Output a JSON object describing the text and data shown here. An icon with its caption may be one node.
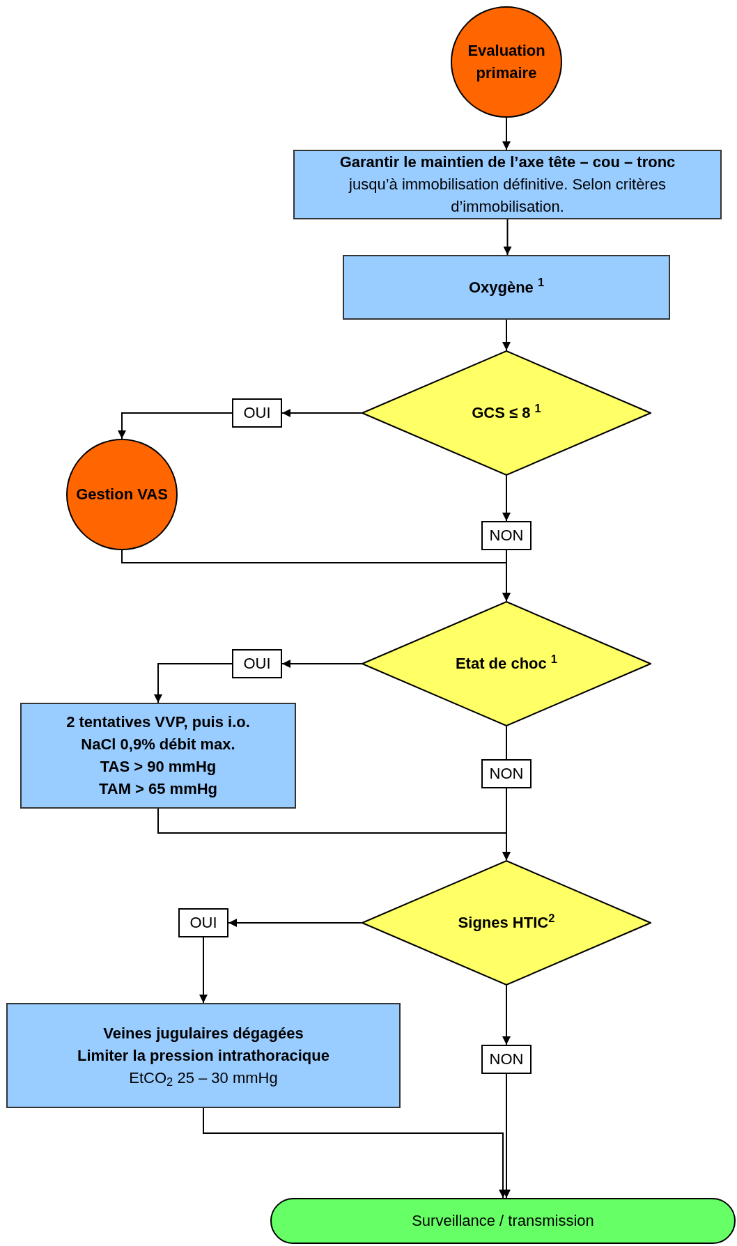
{
  "diagram": {
    "nodes": [
      {
        "text": [
          "Evaluation primaire"
        ]
      },
      {
        "text": [
          "Garantir le maintien de l’axe tête – cou – tronc",
          "jusqu’à immobilisation définitive. Selon critères d’immobilisation."
        ]
      },
      {
        "text": [
          "Oxygène $^{1}$"
        ]
      },
      {
        "text": [
          "GCS ≤ 8 $^{1}$"
        ]
      },
      {
        "text": [
          "OUI"
        ]
      },
      {
        "text": [
          "Gestion VAS"
        ]
      },
      {
        "text": [
          "NON"
        ]
      },
      {
        "text": [
          "Etat de choc $^{1}$"
        ]
      },
      {
        "text": [
          "OUI"
        ]
      },
      {
        "text": [
          "2 tentatives VVP, puis i.o.",
          "NaCl 0,9%  débit max.",
          "TAS > 90 mmHg",
          "TAM > 65 mmHg"
        ]
      },
      {
        "text": [
          "NON"
        ]
      },
      {
        "text": [
          "Signes HTIC$^{2}$"
        ]
      },
      {
        "text": [
          "OUI"
        ]
      },
      {
        "text": [
          "Veines jugulaires dégagées",
          "Limiter la pression intrathoracique",
          "EtCO$_{2}$ 25 – 30 mmHg"
        ]
      },
      {
        "text": [
          "NON"
        ]
      },
      {
        "text": [
          "Surveillance / transmission"
        ]
      }
    ],
    "edges": [
      {
        "from": 0,
        "to": 1,
        "arrow": "to"
      },
      {
        "from": 1,
        "to": 2,
        "arrow": "to"
      },
      {
        "from": 2,
        "to": 3,
        "arrow": "to"
      },
      {
        "from": 3,
        "to": 4,
        "arrow": "to"
      },
      {
        "from": 4,
        "to": 5,
        "arrow": "to"
      },
      {
        "from": 3,
        "to": 6,
        "arrow": "to"
      },
      {
        "from": 6,
        "to": 7,
        "arrow": "to"
      },
      {
        "from": 5,
        "to": 7,
        "arrow": "to"
      },
      {
        "from": 7,
        "to": 8,
        "arrow": "to"
      },
      {
        "from": 8,
        "to": 9,
        "arrow": "to"
      },
      {
        "from": 7,
        "to": 10,
        "arrow": "none"
      },
      {
        "from": 10,
        "to": 11,
        "arrow": "to"
      },
      {
        "from": 9,
        "to": 11,
        "arrow": "to"
      },
      {
        "from": 11,
        "to": 12,
        "arrow": "to"
      },
      {
        "from": 12,
        "to": 13,
        "arrow": "to"
      },
      {
        "from": 11,
        "to": 14,
        "arrow": "to"
      },
      {
        "from": 14,
        "to": 15,
        "arrow": "to"
      },
      {
        "from": 13,
        "to": 15,
        "arrow": "to"
      }
    ]
  }
}
